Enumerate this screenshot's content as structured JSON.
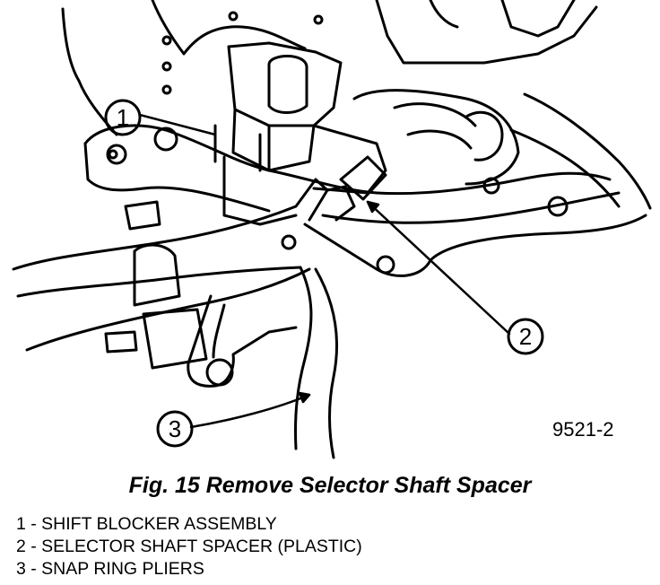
{
  "figure": {
    "figure_id": "9521-2",
    "callouts": [
      "1",
      "2",
      "3"
    ]
  },
  "caption": "Fig. 15 Remove Selector Shaft Spacer",
  "legend": [
    "1 - SHIFT BLOCKER ASSEMBLY",
    "2 - SELECTOR SHAFT SPACER (PLASTIC)",
    "3 - SNAP RING PLIERS"
  ]
}
